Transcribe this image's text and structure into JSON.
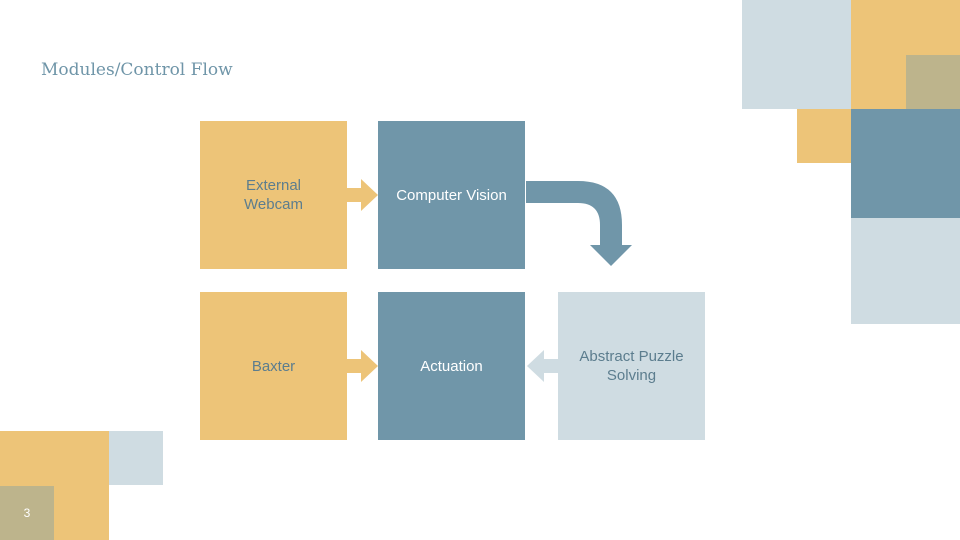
{
  "slide": {
    "title": "Modules/Control Flow",
    "page_number": "3"
  },
  "colors": {
    "gold": "#edc478",
    "steel_blue": "#7096a9",
    "pale_blue": "#cfdce2",
    "khaki": "#bdb48c",
    "title_text": "#6f95a8",
    "dark_text": "#5c7d8e"
  },
  "modules": {
    "external_webcam": [
      "External",
      "Webcam"
    ],
    "computer_vision": "Computer Vision",
    "baxter": "Baxter",
    "actuation": "Actuation",
    "abstract_puzzle_solving": [
      "Abstract Puzzle",
      "Solving"
    ]
  }
}
